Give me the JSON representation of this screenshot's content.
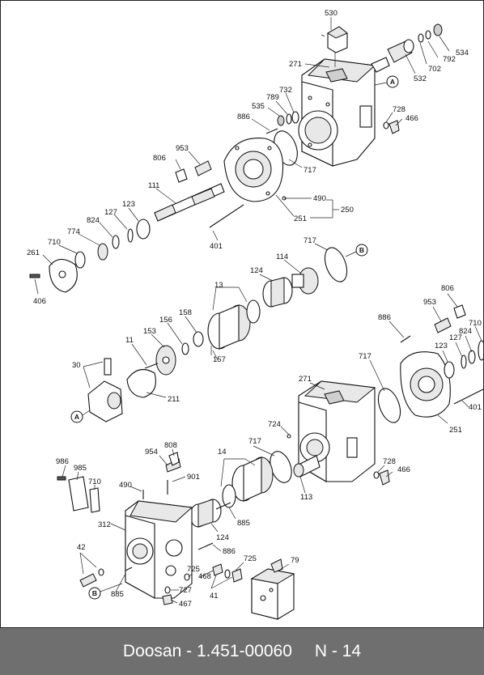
{
  "footer": {
    "part_label": "Doosan - 1.451-00060",
    "page_label": "N - 14"
  },
  "callout_markers": {
    "a": "A",
    "b": "B"
  },
  "labels": {
    "p530": "530",
    "p534": "534",
    "p792": "792",
    "p702": "702",
    "p532": "532",
    "p271a": "271",
    "p728a": "728",
    "p466a": "466",
    "p732": "732",
    "p789": "789",
    "p535": "535",
    "p886a": "886",
    "p953a": "953",
    "p806a": "806",
    "p717a": "717",
    "p111": "111",
    "p490a": "490",
    "p250": "250",
    "p251a": "251",
    "p123a": "123",
    "p127a": "127",
    "p824a": "824",
    "p774": "774",
    "p710a": "710",
    "p261": "261",
    "p406": "406",
    "p401a": "401",
    "p717b": "717",
    "p114": "114",
    "p124a": "124",
    "p13": "13",
    "p158": "158",
    "p156": "156",
    "p153": "153",
    "p11": "11",
    "p157": "157",
    "p30": "30",
    "p211": "211",
    "p806b": "806",
    "p953b": "953",
    "p886b": "886",
    "p710b": "710",
    "p824b": "824",
    "p127b": "127",
    "p123b": "123",
    "p717c": "717",
    "p271b": "271",
    "p724": "724",
    "p401b": "401",
    "p251b": "251",
    "p14": "14",
    "p717d": "717",
    "p954": "954",
    "p808": "808",
    "p901": "901",
    "p986": "986",
    "p985": "985",
    "p710c": "710",
    "p490b": "490",
    "p113": "113",
    "p728b": "728",
    "p466b": "466",
    "p312": "312",
    "p885a": "885",
    "p124b": "124",
    "p886c": "886",
    "p42": "42",
    "p725a": "725",
    "p725b": "725",
    "p468": "468",
    "p727": "727",
    "p41": "41",
    "p79": "79",
    "p885b": "885",
    "p467": "467"
  }
}
